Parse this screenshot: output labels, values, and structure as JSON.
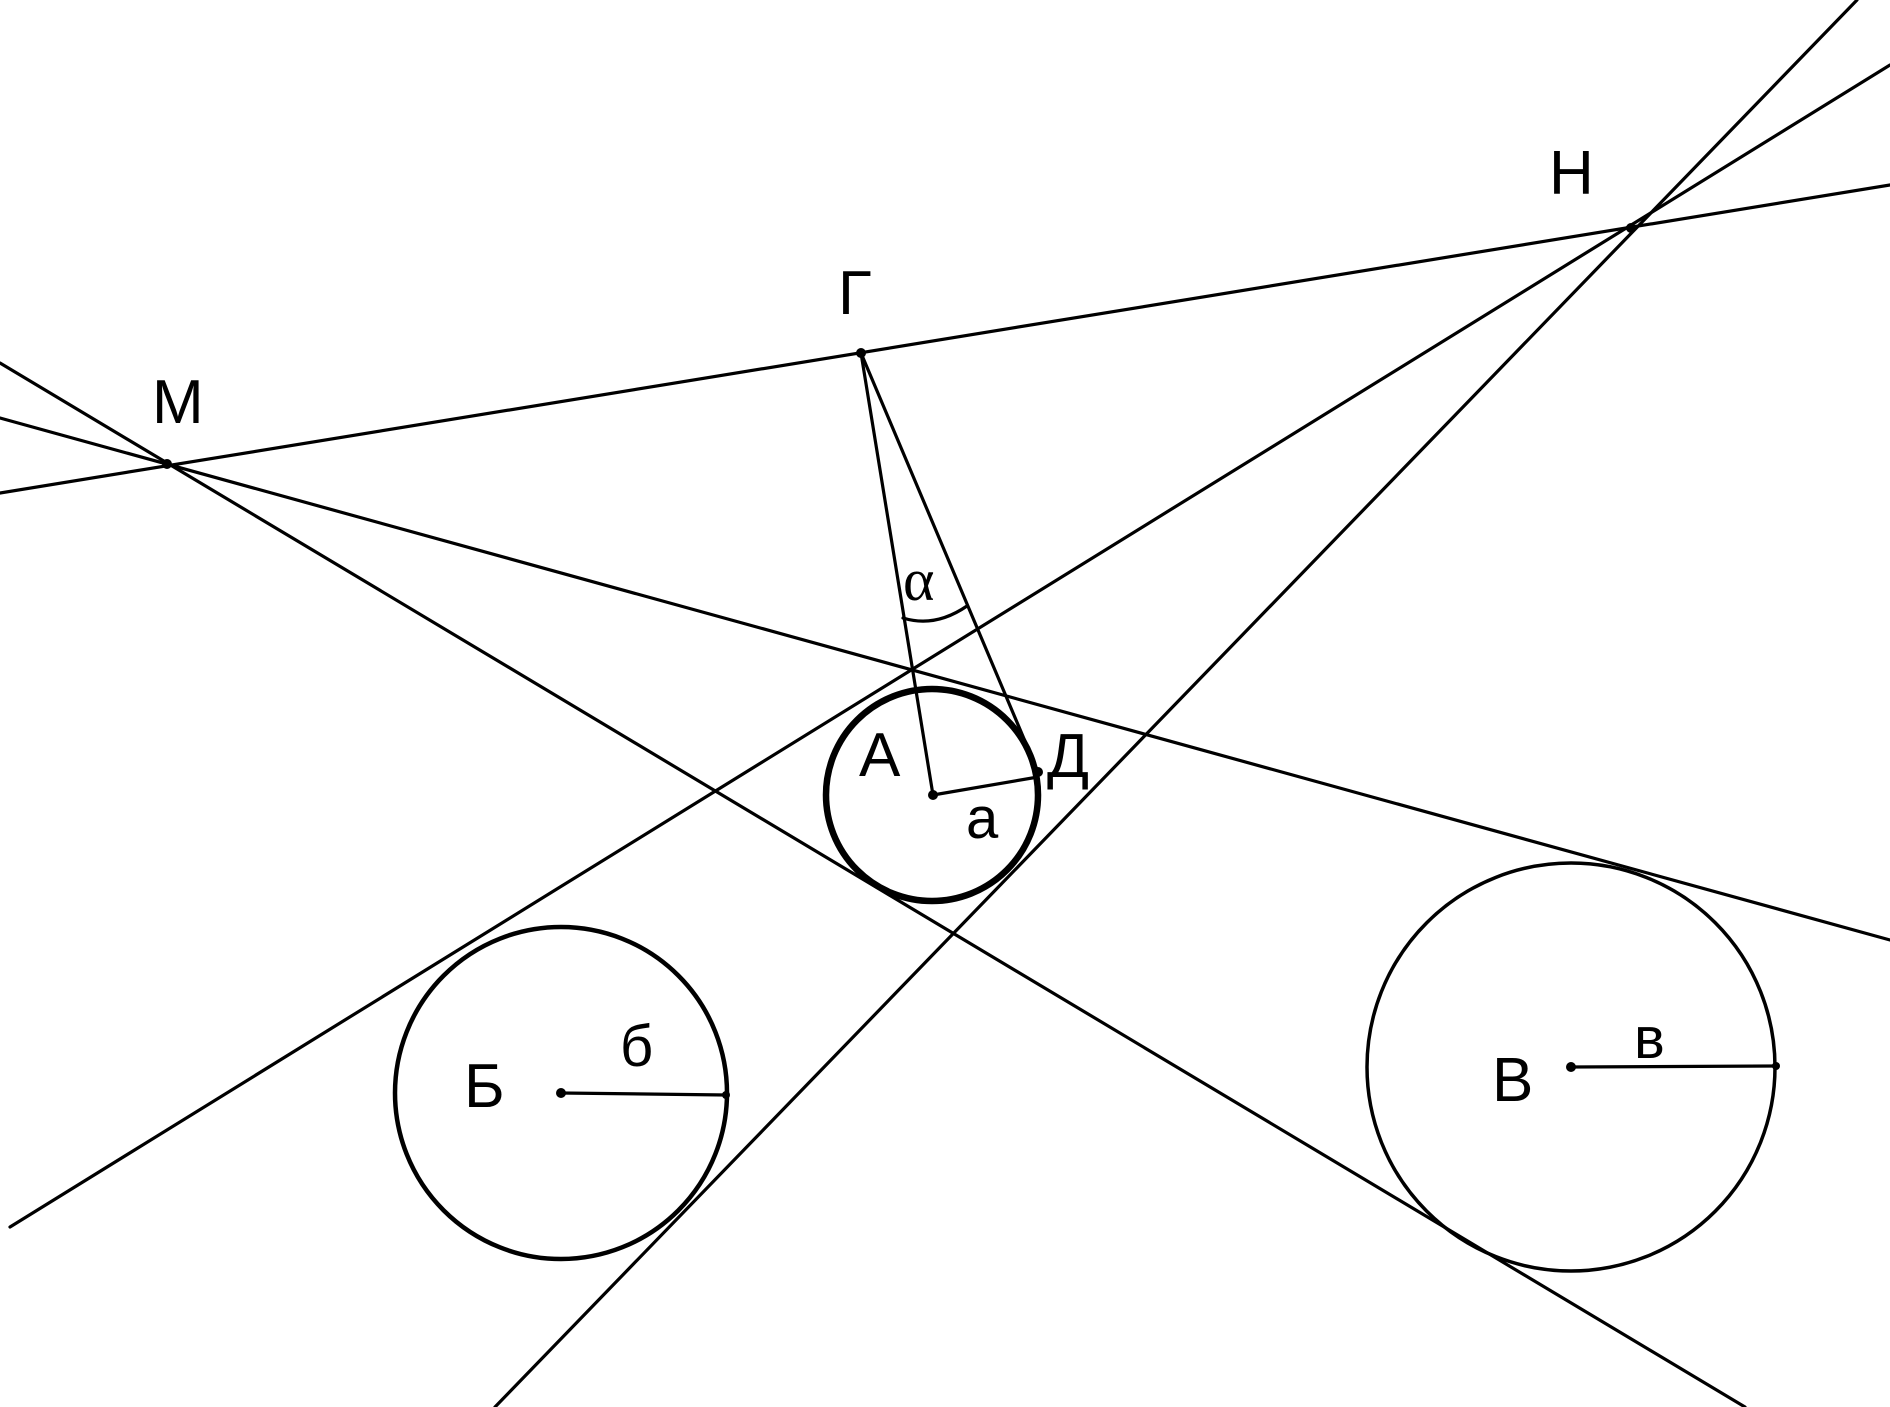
{
  "diagram": {
    "line_color": "#000000",
    "background": "#ffffff",
    "points": {
      "M": "М",
      "G": "Г",
      "H": "Н",
      "D": "Д"
    },
    "circles": {
      "A": {
        "label": "А",
        "radius_label": "а"
      },
      "B": {
        "label": "Б",
        "radius_label": "б"
      },
      "V": {
        "label": "В",
        "radius_label": "в"
      }
    },
    "angle_label": "α"
  }
}
